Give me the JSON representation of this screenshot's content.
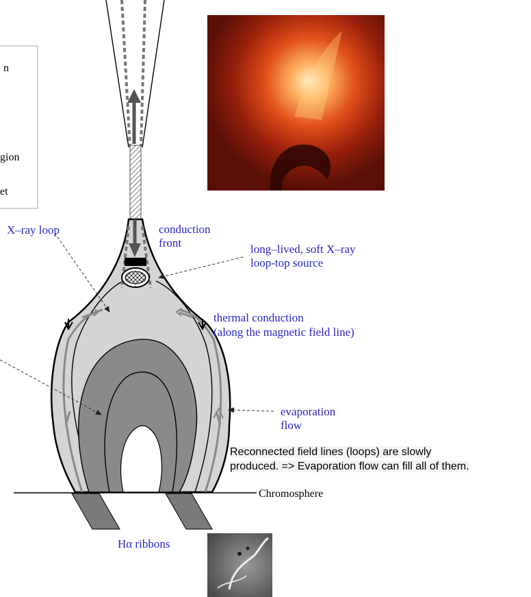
{
  "legend": {
    "line1": "n",
    "line2": "gion",
    "line3": "et"
  },
  "labels": {
    "xray_loop": "X–ray loop",
    "conduction_front_1": "conduction",
    "conduction_front_2": "front",
    "loop_top_1": "long–lived, soft X–ray",
    "loop_top_2": "loop-top source",
    "thermal_1": "thermal conduction",
    "thermal_2": "(along the magnetic field line)",
    "evaporation_1": "evaporation",
    "evaporation_2": "flow",
    "chromosphere": "Chromosphere",
    "ribbons": "Hα ribbons"
  },
  "note": {
    "line1": "Reconnected field lines (loops) are slowly",
    "line2": "produced. => Evaporation flow can fill all of them."
  },
  "colors": {
    "label_blue": "#2a25c8",
    "outer_gray": "#d4d4d4",
    "inner_gray": "#8a8a8a",
    "ribbon_gray": "#7a7a7a"
  }
}
